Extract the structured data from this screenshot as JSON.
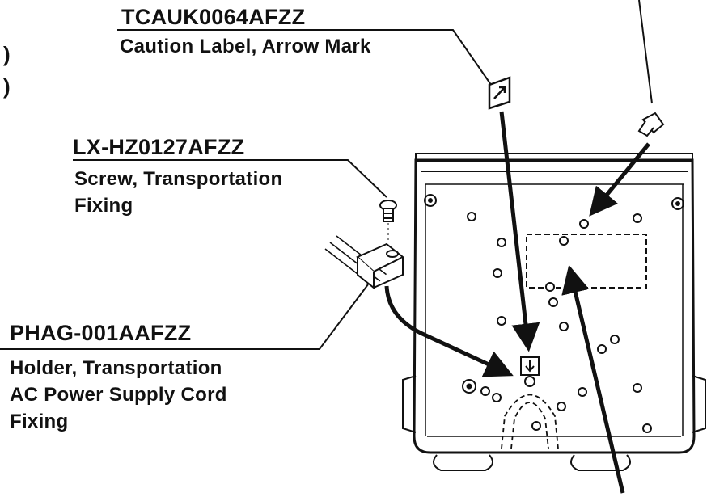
{
  "callouts": {
    "caution_label": {
      "part_no": "TCAUK0064AFZZ",
      "desc_lines": [
        "Caution Label, Arrow Mark"
      ]
    },
    "screw": {
      "part_no": "LX-HZ0127AFZZ",
      "desc_lines": [
        "Screw, Transportation",
        "Fixing"
      ]
    },
    "holder": {
      "part_no": "PHAG-001AAFZZ",
      "desc_lines": [
        "Holder, Transportation",
        "AC Power Supply Cord",
        "Fixing"
      ]
    }
  },
  "stray_marks": [
    ")",
    ")"
  ]
}
